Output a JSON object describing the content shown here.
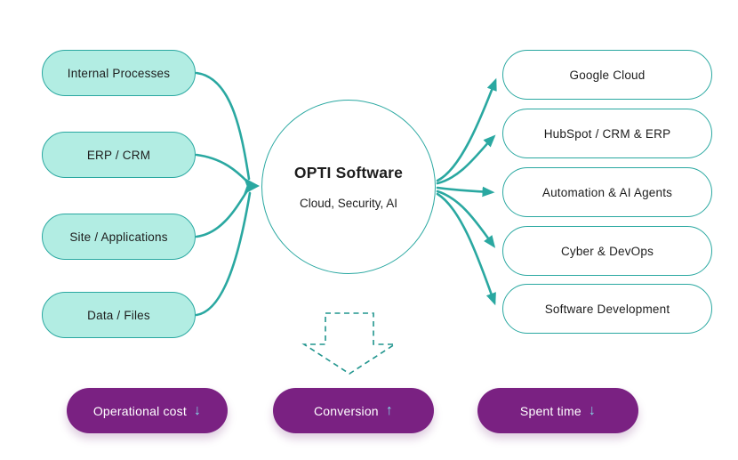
{
  "colors": {
    "teal": "#2AA8A1",
    "mint_fill": "#B2EDE3",
    "purple": "#7A2182",
    "cyan_arrow": "#85D8E6",
    "text_dark": "#1D1D1D",
    "background": "#FFFFFF"
  },
  "inputs": [
    "Internal Processes",
    "ERP / CRM",
    "Site / Applications",
    "Data / Files"
  ],
  "hub": {
    "title": "OPTI Software",
    "subtitle": "Cloud, Security, AI"
  },
  "outputs": [
    "Google Cloud",
    "HubSpot / CRM & ERP",
    "Automation & AI Agents",
    "Cyber & DevOps",
    "Software Development"
  ],
  "outcomes": [
    {
      "label": "Operational cost",
      "arrow": "↓"
    },
    {
      "label": "Conversion",
      "arrow": "↑"
    },
    {
      "label": "Spent time",
      "arrow": "↓"
    }
  ]
}
